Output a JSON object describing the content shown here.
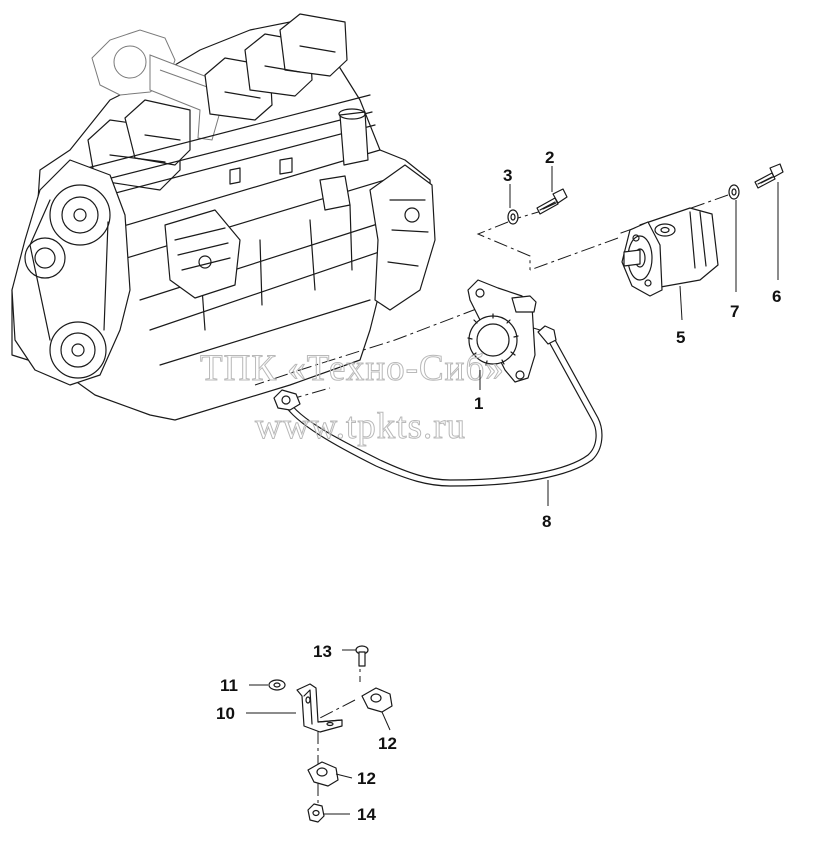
{
  "watermark": {
    "line1": "ТПК «Техно-Сиб»",
    "line2": "www.tpkts.ru"
  },
  "callouts": {
    "c1": "1",
    "c2": "2",
    "c3": "3",
    "c5": "5",
    "c6": "6",
    "c7": "7",
    "c8": "8",
    "c10": "10",
    "c11": "11",
    "c12a": "12",
    "c12b": "12",
    "c13": "13",
    "c14": "14"
  },
  "colors": {
    "ink": "#1a1a1a",
    "background": "#ffffff",
    "watermark": "#b9b9b9"
  }
}
